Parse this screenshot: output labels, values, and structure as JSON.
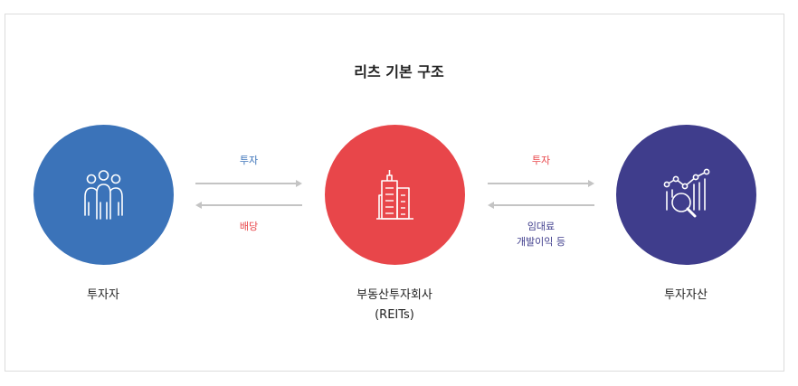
{
  "title": "리츠 기본 구조",
  "nodes": [
    {
      "id": "investor",
      "label": "투자자",
      "color": "#3b73b9",
      "icon": "people-icon"
    },
    {
      "id": "reits",
      "label": "부동산투자회사",
      "sub": "(REITs)",
      "color": "#e8464a",
      "icon": "building-icon"
    },
    {
      "id": "asset",
      "label": "투자자산",
      "color": "#3f3d8c",
      "icon": "analytics-icon"
    }
  ],
  "flows": {
    "left_top": {
      "text": "투자",
      "color": "#3b73b9"
    },
    "left_bottom": {
      "text": "배당",
      "color": "#e8464a"
    },
    "right_top": {
      "text": "투자",
      "color": "#e8464a"
    },
    "right_bottom_line1": {
      "text": "임대료",
      "color": "#3f3d8c"
    },
    "right_bottom_line2": {
      "text": "개발이익 등",
      "color": "#3f3d8c"
    }
  },
  "arrow_color": "#c4c4c4"
}
